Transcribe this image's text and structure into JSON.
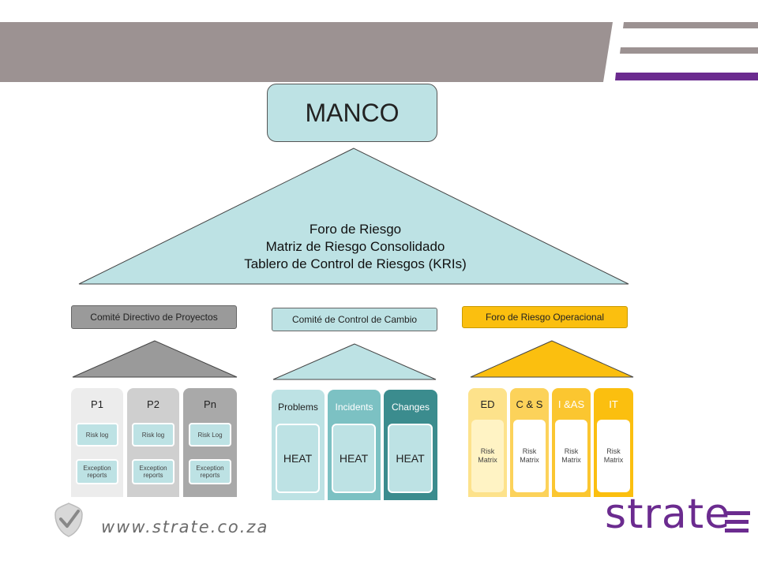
{
  "colors": {
    "banner_gray": "#9c9292",
    "banner_purple": "#6b2b8f",
    "light_teal": "#bde2e4",
    "gray": "#9a9a9a",
    "yellow": "#fbbf0f",
    "logo_purple": "#6b2b8f"
  },
  "manco": {
    "label": "MANCO"
  },
  "foro": {
    "line1": "Foro de Riesgo",
    "line2": "Matriz de Riesgo Consolidado",
    "line3": "Tablero de Control de Riesgos (KRIs)"
  },
  "committees": {
    "projects": "Comité Directivo de Proyectos",
    "change": "Comité de Control de Cambio",
    "operational": "Foro de Riesgo Operacional"
  },
  "projects": [
    {
      "name": "P1",
      "log": "Risk log",
      "exception": "Exception reports"
    },
    {
      "name": "P2",
      "log": "Risk log",
      "exception": "Exception reports"
    },
    {
      "name": "Pn",
      "log": "Risk Log",
      "exception": "Exception reports"
    }
  ],
  "change_columns": [
    {
      "name": "Problems",
      "tool": "HEAT"
    },
    {
      "name": "Incidents",
      "tool": "HEAT"
    },
    {
      "name": "Changes",
      "tool": "HEAT"
    }
  ],
  "operational_columns": [
    {
      "name": "ED",
      "matrix": "Risk Matrix"
    },
    {
      "name": "C & S",
      "matrix": "Risk Matrix"
    },
    {
      "name": "I &AS",
      "matrix": "Risk Matrix"
    },
    {
      "name": "IT",
      "matrix": "Risk Matrix"
    }
  ],
  "footer": {
    "url": "www.strate.co.za",
    "logo": "strate"
  }
}
